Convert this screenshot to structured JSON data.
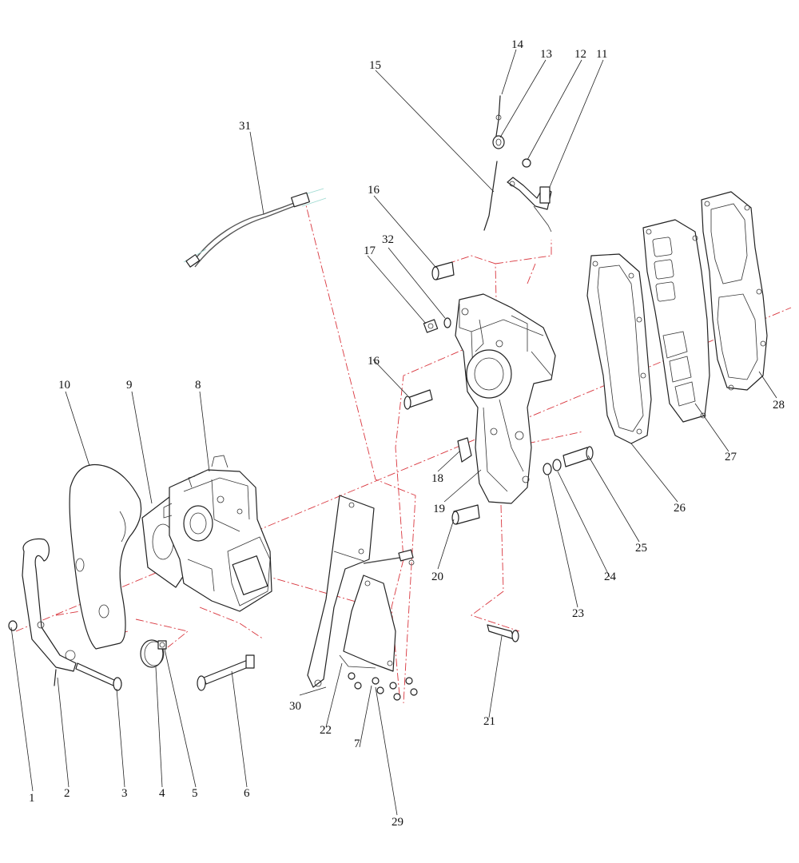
{
  "labels": [
    "1",
    "2",
    "3",
    "4",
    "5",
    "6",
    "7",
    "8",
    "9",
    "10",
    "11",
    "12",
    "13",
    "14",
    "15",
    "16",
    "17",
    "18",
    "19",
    "20",
    "21",
    "22",
    "23",
    "24",
    "25",
    "26",
    "27",
    "28",
    "29",
    "30",
    "31",
    "32"
  ]
}
